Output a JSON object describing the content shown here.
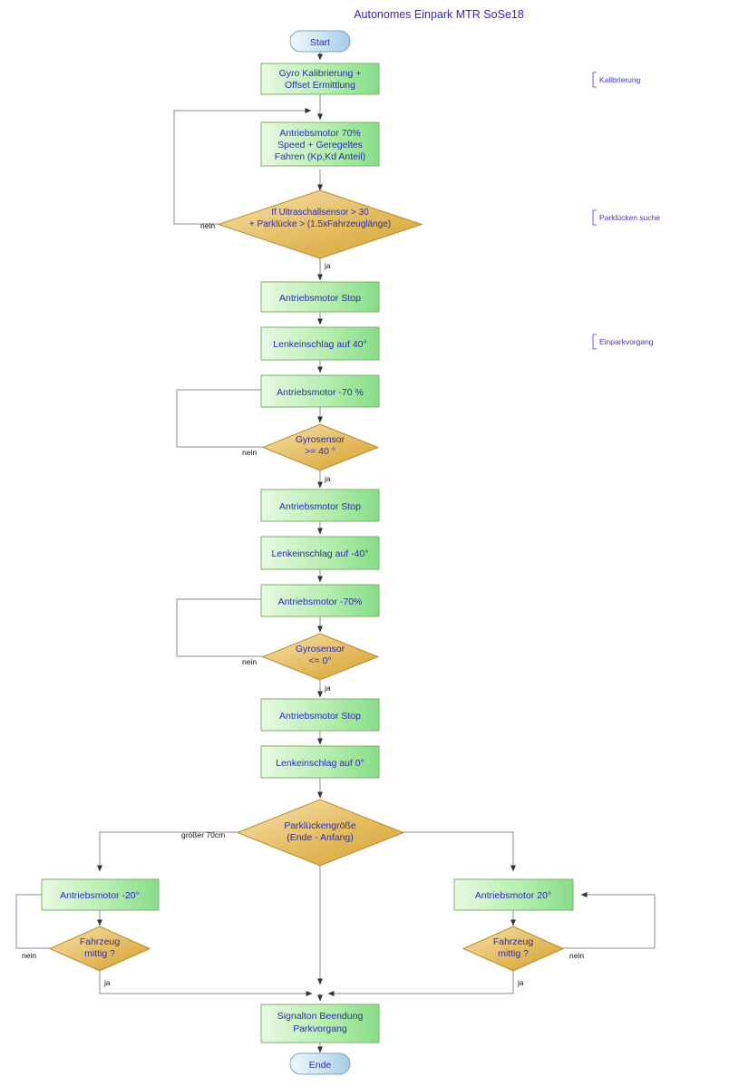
{
  "title": "Autonomes Einpark MTR SoSe18",
  "colors": {
    "text_blue": "#2b2bb5",
    "process_fill_light": "#e8f8e0",
    "process_fill_dark": "#8fe08f",
    "process_stroke": "#7fae6f",
    "decision_fill_light": "#f3dfa8",
    "decision_fill_dark": "#d9a528",
    "decision_stroke": "#b98c28",
    "terminator_fill_light": "#eaf3fb",
    "terminator_fill_dark": "#a9cfe8",
    "terminator_stroke": "#7fa3c4",
    "connector": "#8c8c8c",
    "annotation": "#3b3bbd"
  },
  "annotations": [
    {
      "id": "anno-kalibrierung",
      "label": "Kalibrierung"
    },
    {
      "id": "anno-parkluecken-suche",
      "label": "Parklücken suche"
    },
    {
      "id": "anno-einparkvorgang",
      "label": "Einparkvorgang"
    }
  ],
  "nodes": [
    {
      "id": "start",
      "type": "terminator",
      "lines": [
        "Start"
      ]
    },
    {
      "id": "gyro-kal",
      "type": "process",
      "lines": [
        "Gyro Kalibrierung +",
        "Offset Ermittlung"
      ]
    },
    {
      "id": "motor-70",
      "type": "process",
      "lines": [
        "Antriebsmotor 70%",
        "Speed + Geregeltes",
        "Fahren (Kp,Kd Anteil)"
      ]
    },
    {
      "id": "dec-ultra",
      "type": "decision",
      "lines": [
        "If Ultraschallsensor > 30",
        "+ Parklücke > (1.5xFahrzeuglänge)"
      ]
    },
    {
      "id": "motor-stop-1",
      "type": "process",
      "lines": [
        "Antriebsmotor Stop"
      ]
    },
    {
      "id": "lenk-40",
      "type": "process",
      "lines": [
        "Lenkeinschlag auf 40°"
      ]
    },
    {
      "id": "motor-m70a",
      "type": "process",
      "lines": [
        "Antriebsmotor -70 %"
      ]
    },
    {
      "id": "dec-gyro-40",
      "type": "decision",
      "lines": [
        "Gyrosensor",
        ">= 40 °"
      ]
    },
    {
      "id": "motor-stop-2",
      "type": "process",
      "lines": [
        "Antriebsmotor Stop"
      ]
    },
    {
      "id": "lenk-m40",
      "type": "process",
      "lines": [
        "Lenkeinschlag auf -40°"
      ]
    },
    {
      "id": "motor-m70b",
      "type": "process",
      "lines": [
        "Antriebsmotor -70%"
      ]
    },
    {
      "id": "dec-gyro-0",
      "type": "decision",
      "lines": [
        "Gyrosensor",
        "<= 0°"
      ]
    },
    {
      "id": "motor-stop-3",
      "type": "process",
      "lines": [
        "Antriebsmotor Stop"
      ]
    },
    {
      "id": "lenk-0",
      "type": "process",
      "lines": [
        "Lenkeinschlag auf 0°"
      ]
    },
    {
      "id": "dec-groesse",
      "type": "decision",
      "lines": [
        "Parklückengröße",
        "(Ende - Anfang)"
      ]
    },
    {
      "id": "motor-m20",
      "type": "process",
      "lines": [
        "Antriebsmotor -20°"
      ]
    },
    {
      "id": "dec-mittig-l",
      "type": "decision",
      "lines": [
        "Fahrzeug",
        "mittig ?"
      ]
    },
    {
      "id": "motor-p20",
      "type": "process",
      "lines": [
        "Antriebsmotor 20°"
      ]
    },
    {
      "id": "dec-mittig-r",
      "type": "decision",
      "lines": [
        "Fahrzeug",
        "mittig ?"
      ]
    },
    {
      "id": "signalton",
      "type": "process",
      "lines": [
        "Signalton Beendung",
        "Parkvorgang"
      ]
    },
    {
      "id": "ende",
      "type": "terminator",
      "lines": [
        "Ende"
      ]
    }
  ],
  "edge_labels": {
    "ultra_no": "nein",
    "ultra_yes": "ja",
    "gyro40_no": "nein",
    "gyro40_yes": "ja",
    "gyro0_no": "nein",
    "gyro0_yes": "ja",
    "groesse_left": "größer 70cm",
    "mittig_l_no": "nein",
    "mittig_l_yes": "ja",
    "mittig_r_no": "nein",
    "mittig_r_yes": "ja"
  }
}
